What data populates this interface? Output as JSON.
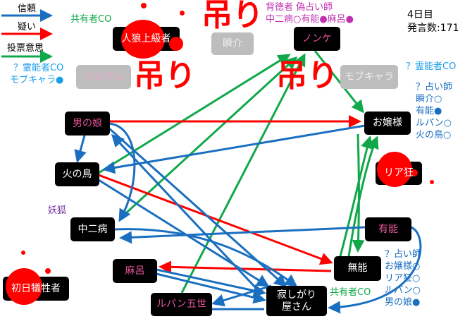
{
  "legend": {
    "trust": "信頼",
    "doubt": "疑い",
    "vote": "投票意思"
  },
  "colors": {
    "trust": "#1a6fc0",
    "doubt": "#ff0000",
    "vote": "#10a84a"
  },
  "status": {
    "day": "4日目",
    "posts": "発言数:171"
  },
  "hang_label": "吊り",
  "nodes": {
    "jinro": "人狼上級者",
    "shunsuke": "瞬介",
    "tsundere": "ツンデレ",
    "mob": "モブキャラ",
    "nonke": "ノンケ",
    "otokonoko": "男の娘",
    "ojousama": "お嬢様",
    "hinotori": "火の鳥",
    "riakyou": "リア狂",
    "chuunibyou": "中二病",
    "yuunou": "有能",
    "maro": "麻呂",
    "munou": "無能",
    "shonichi": "初日犠牲者",
    "lupin": "ルパン五世",
    "sabishigari": "寂しがり屋さん"
  },
  "notes": {
    "jinro_co": "共有者CO",
    "tsundere_co": [
      "？霊能者CO",
      "モブキャラ●"
    ],
    "nonke_note": [
      "背徳者 偽占い師",
      "中二病○有能●麻呂●"
    ],
    "mob_co": "？霊能者CO",
    "ojousama_note": [
      "？占い師",
      "瞬介○",
      "有能●",
      "ルパン○",
      "火の鳥○"
    ],
    "chuuni_note": "妖狐",
    "yuunou_note": [
      "？占い師",
      "お嬢様○",
      "リア狂○",
      "ルパン○",
      "男の娘●"
    ],
    "munou_co": "共有者CO"
  }
}
